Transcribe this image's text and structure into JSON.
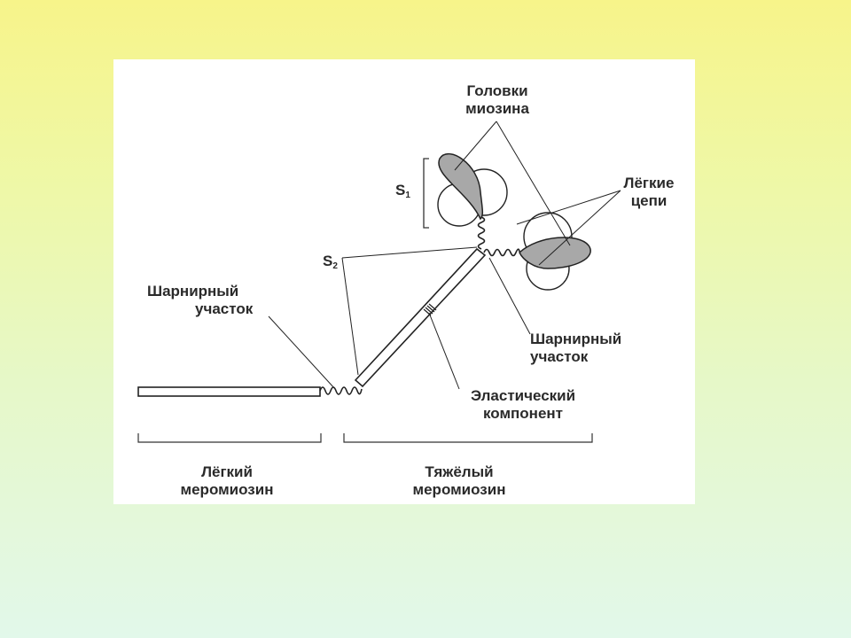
{
  "diagram": {
    "labels": {
      "heads_line1": "Головки",
      "heads_line2": "миозина",
      "light_chains_line1": "Лёгкие",
      "light_chains_line2": "цепи",
      "s1": "S",
      "s1_sub": "1",
      "s2": "S",
      "s2_sub": "2",
      "hinge_left_line1": "Шарнирный",
      "hinge_left_line2": "участок",
      "hinge_right_line1": "Шарнирный",
      "hinge_right_line2": "участок",
      "elastic_line1": "Эластический",
      "elastic_line2": "компонент",
      "lmm_line1": "Лёгкий",
      "lmm_line2": "меромиозин",
      "hmm_line1": "Тяжёлый",
      "hmm_line2": "меромиозин"
    },
    "colors": {
      "background_top": "#f7f48a",
      "background_bottom": "#e2f8ea",
      "panel": "#ffffff",
      "head_fill": "#a8a8a8",
      "stroke": "#222222"
    }
  }
}
